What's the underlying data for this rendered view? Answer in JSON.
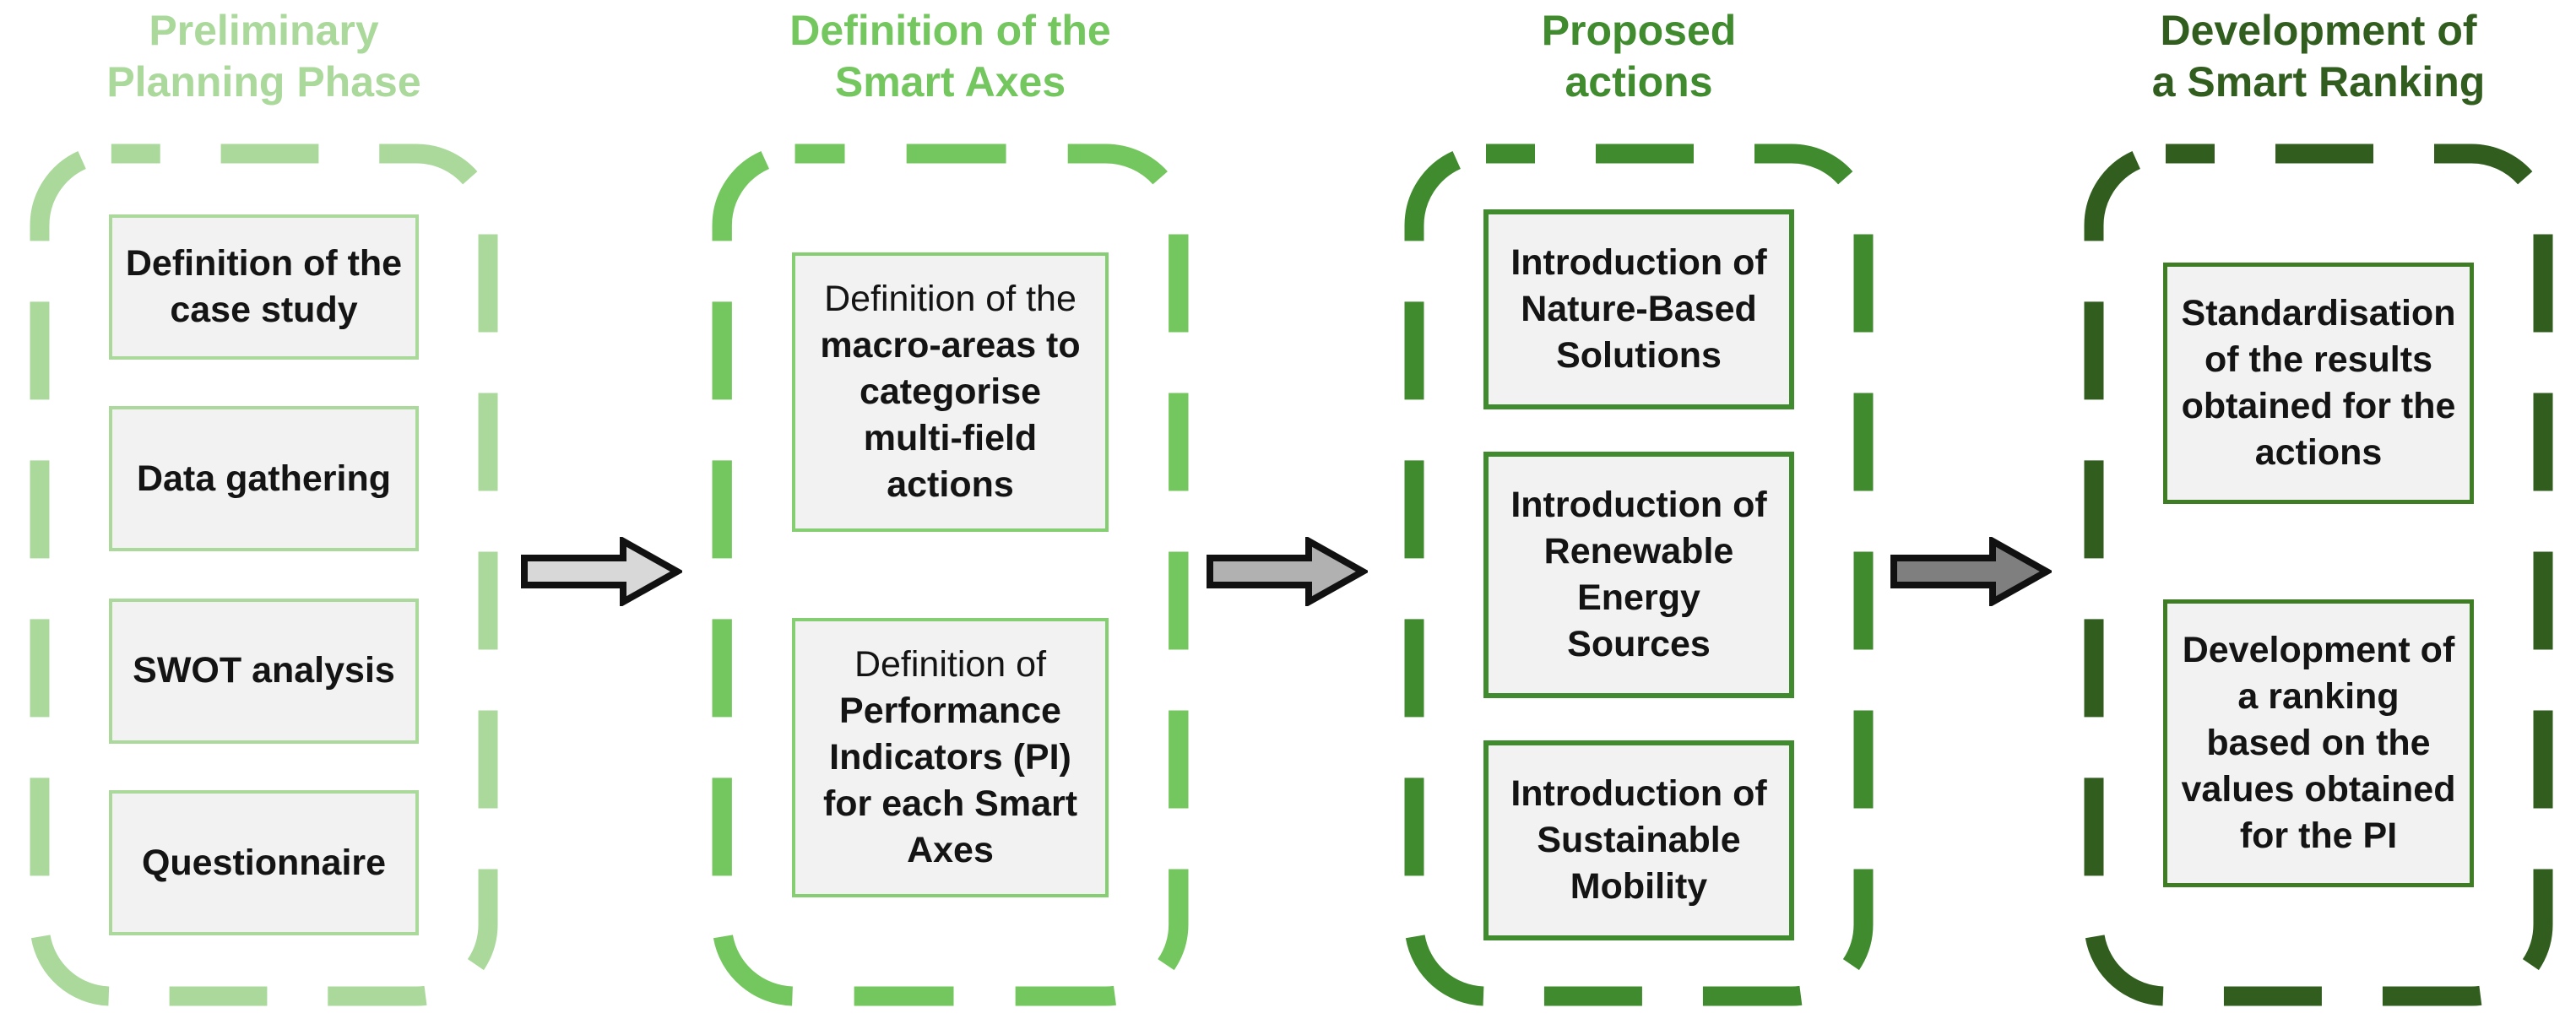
{
  "diagram": {
    "background": "#ffffff",
    "text_color": "#141414",
    "box_fill": "#f2f2f2",
    "arrow_outline": "#111111"
  },
  "phases": [
    {
      "title_lines": [
        "Preliminary",
        "Planning Phase"
      ],
      "accent": "#abd99c",
      "box_border": "#abd99c",
      "boxes": [
        {
          "lead": "",
          "text": "Definition of the case study"
        },
        {
          "lead": "",
          "text": "Data gathering"
        },
        {
          "lead": "",
          "text": "SWOT analysis"
        },
        {
          "lead": "",
          "text": "Questionnaire"
        }
      ]
    },
    {
      "title_lines": [
        "Definition of the",
        "Smart Axes"
      ],
      "accent": "#74c75e",
      "box_border": "#85cf72",
      "boxes": [
        {
          "lead": "Definition of the ",
          "text": "macro-areas to categorise multi-field actions"
        },
        {
          "lead": "Definition of ",
          "text": "Performance Indicators (PI) for each Smart Axes"
        }
      ]
    },
    {
      "title_lines": [
        "Proposed",
        "actions"
      ],
      "accent": "#3f8b2e",
      "box_border": "#3f8b2e",
      "boxes": [
        {
          "lead": "",
          "text": "Introduction of Nature-Based Solutions"
        },
        {
          "lead": "",
          "text": "Introduction of Renewable Energy Sources"
        },
        {
          "lead": "",
          "text": "Introduction of Sustainable Mobility"
        }
      ]
    },
    {
      "title_lines": [
        "Development of",
        "a Smart Ranking"
      ],
      "accent": "#315e1f",
      "box_border": "#3e7d24",
      "boxes": [
        {
          "lead": "",
          "text": "Standardisation of the results obtained for the actions"
        },
        {
          "lead": "",
          "text": "Development of a ranking based on the values obtained for the PI"
        }
      ]
    }
  ],
  "arrows": [
    {
      "fill": "#d8d8d8"
    },
    {
      "fill": "#b1b1b1"
    },
    {
      "fill": "#7f7f7f"
    }
  ]
}
